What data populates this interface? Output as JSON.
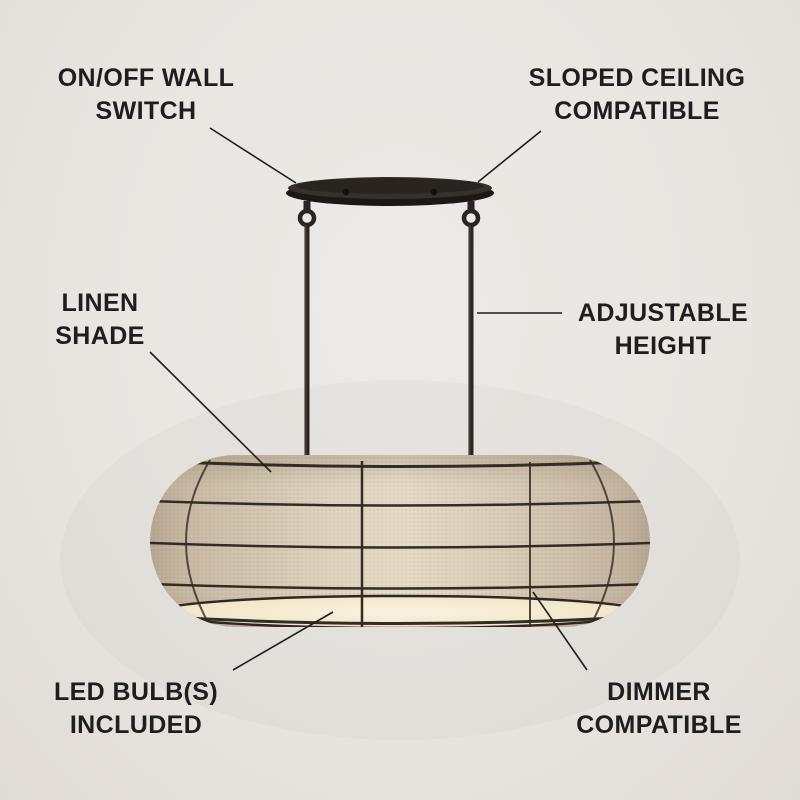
{
  "image_type": "product-feature-callout-image",
  "background_color": "#e9e5e1",
  "colors": {
    "metal": "#2b2420",
    "shade_linen": "#ddd2bd",
    "diffuser_glow": "#f5edd6",
    "label_text": "#1e1e1e",
    "callout_line": "#1e1e1e"
  },
  "product": {
    "name": "linear-pendant-light-with-linen-shade"
  },
  "callouts": [
    {
      "id": "wall-switch",
      "line1": "ON/OFF WALL",
      "line2": "SWITCH"
    },
    {
      "id": "sloped-ceiling",
      "line1": "SLOPED CEILING",
      "line2": "COMPATIBLE"
    },
    {
      "id": "linen-shade",
      "line1": "LINEN",
      "line2": "SHADE"
    },
    {
      "id": "adjustable-height",
      "line1": "ADJUSTABLE",
      "line2": "HEIGHT"
    },
    {
      "id": "led-bulbs",
      "line1": "LED BULB(S)",
      "line2": "INCLUDED"
    },
    {
      "id": "dimmer",
      "line1": "DIMMER",
      "line2": "COMPATIBLE"
    }
  ]
}
